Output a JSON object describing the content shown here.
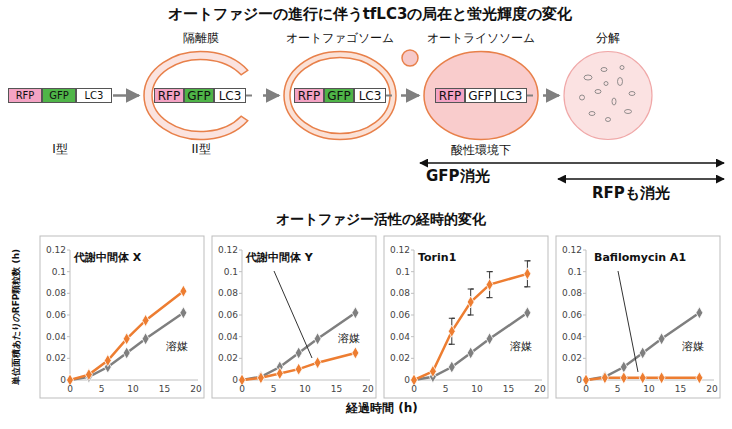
{
  "diagram": {
    "title": "オートファジーの進行に伴うtfLC3の局在と蛍光輝度の変化",
    "nodes": [
      {
        "text": [
          "RFP"
        ]
      },
      {
        "text": [
          "GFP"
        ]
      },
      {
        "text": [
          "LC3"
        ]
      },
      {
        "text": [
          "隔離膜"
        ]
      },
      {
        "text": [
          "RFP"
        ],
        "in": 3
      },
      {
        "text": [
          "GFP"
        ],
        "in": 3
      },
      {
        "text": [
          "LC3"
        ],
        "in": 3
      },
      {
        "text": [
          "オートファゴソーム"
        ]
      },
      {
        "text": [
          "RFP"
        ],
        "in": 7
      },
      {
        "text": [
          "GFP"
        ],
        "in": 7
      },
      {
        "text": [
          "LC3"
        ],
        "in": 7
      },
      {
        "text": [
          "オートライソソーム",
          "酸性環境下"
        ]
      },
      {
        "text": [
          "RFP"
        ],
        "in": 11
      },
      {
        "text": [
          "GFP"
        ],
        "in": 11
      },
      {
        "text": [
          "LC3"
        ],
        "in": 11
      },
      {
        "text": [
          "分解"
        ]
      }
    ],
    "edges": [
      {
        "from": 2,
        "to": 3,
        "arrow": "to"
      },
      {
        "from": 3,
        "to": 7,
        "arrow": "to"
      },
      {
        "from": 7,
        "to": 11,
        "arrow": "to"
      },
      {
        "from": 11,
        "to": 15,
        "arrow": "to"
      }
    ],
    "labels": [
      "I型",
      "II型",
      "GFP消光",
      "RFPも消光",
      "オートファジー活性の経時的変化",
      "単位面積あたりのRFP顆粒数 (h)",
      "経過時間 (h)",
      "代謝中間体 X",
      "溶媒",
      "0",
      "0.02",
      "0.04",
      "0.06",
      "0.08",
      "0.1",
      "0.12",
      "0",
      "5",
      "10",
      "15",
      "20",
      "代謝中間体 Y",
      "溶媒",
      "0",
      "0.02",
      "0.04",
      "0.06",
      "0.08",
      "0.1",
      "0.12",
      "0",
      "5",
      "10",
      "15",
      "20",
      "Torin1",
      "溶媒",
      "0",
      "0.02",
      "0.04",
      "0.06",
      "0.08",
      "0.1",
      "0.12",
      "0",
      "5",
      "10",
      "15",
      "20",
      "Bafilomycin A1",
      "溶媒",
      "0",
      "0.02",
      "0.04",
      "0.06",
      "0.08",
      "0.1",
      "0.12",
      "0",
      "5",
      "10",
      "15",
      "20"
    ]
  }
}
